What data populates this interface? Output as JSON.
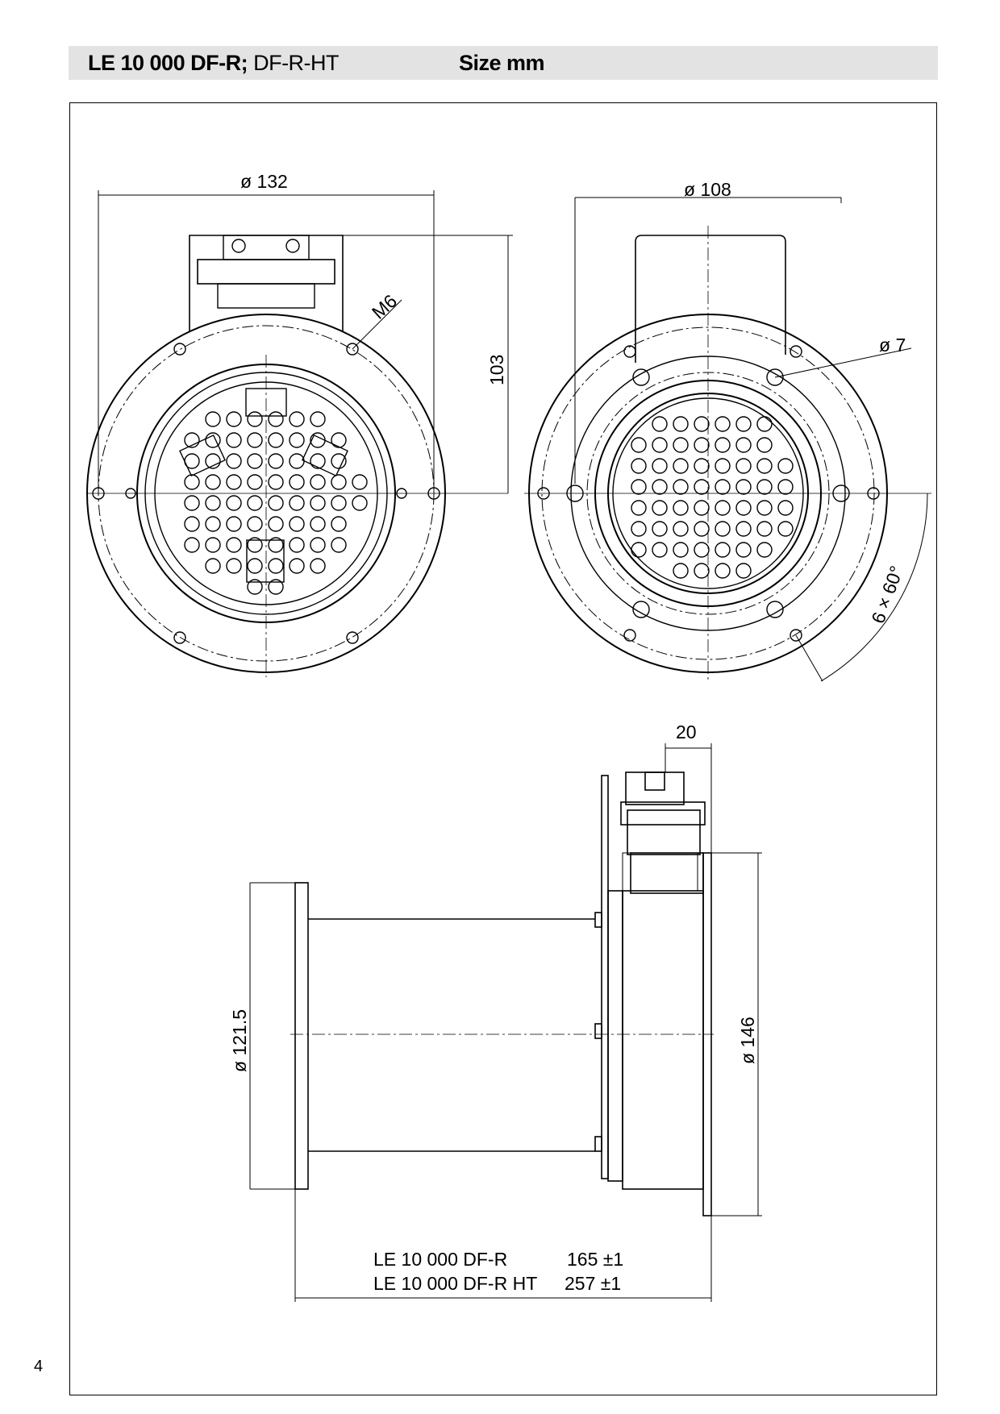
{
  "header": {
    "model_bold": "LE 10 000 DF-R",
    "model_separator": ";",
    "model_regular": " DF-R-HT",
    "size_label": "Size mm"
  },
  "dimensions": {
    "front_outer_diameter": "ø 132",
    "thread": "M6",
    "height": "103",
    "rear_diameter": "ø 108",
    "hole_diameter": "ø 7",
    "hole_pattern": "6 × 60°",
    "connector_width": "20",
    "tube_diameter": "ø 121.5",
    "flange_diameter": "ø 146"
  },
  "length_table": [
    {
      "model": "LE 10 000 DF-R",
      "value": "165 ±1"
    },
    {
      "model": "LE 10 000 DF-R HT",
      "value": "257 ±1"
    }
  ],
  "page_number": "4"
}
